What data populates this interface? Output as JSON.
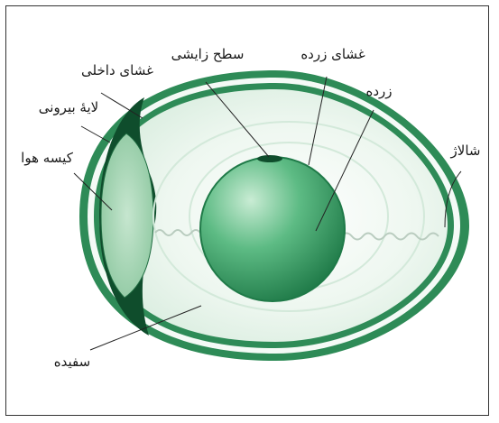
{
  "diagram": {
    "labels": {
      "inner_membrane": "غشای داخلی",
      "outer_layer": "لایهٔ بیرونی",
      "air_sac": "کیسه هوا",
      "germinal_disc": "سطح زایشی",
      "yolk_membrane": "غشای زرده",
      "yolk": "زرده",
      "chalaza": "شالاژ",
      "albumen": "سفیده"
    },
    "colors": {
      "shell": "#2e8b57",
      "dark_layer": "#0f4d2c",
      "air_sac": "#a8d5b5",
      "albumen": "#eef7f0",
      "yolk": "#3aa66a",
      "text": "#1a1a1a"
    }
  }
}
